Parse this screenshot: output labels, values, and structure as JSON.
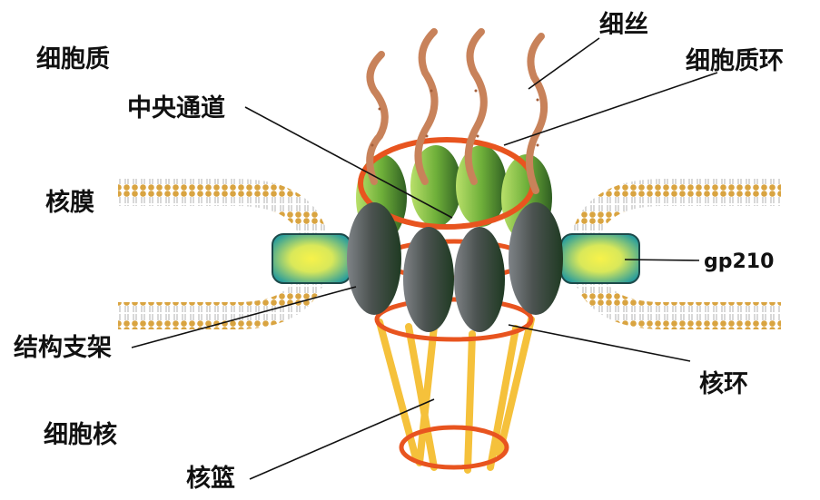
{
  "labels": {
    "cytoplasm": "细胞质",
    "filament": "细丝",
    "cytoplasmic_ring": "细胞质环",
    "central_channel": "中央通道",
    "nuclear_envelope": "核膜",
    "gp210": "gp210",
    "scaffold": "结构支架",
    "nuclear_ring": "核环",
    "nucleus": "细胞核",
    "nuclear_basket": "核篮"
  },
  "colors": {
    "ring": "#e8541f",
    "basket": "#f5c13b",
    "scaffold_dark": "#3d4a3d",
    "cyto_subunit": "#8ac43f",
    "filament": "#c8825a",
    "gp210_outer": "#2a9d9b",
    "gp210_inner": "#f2ef4a",
    "membrane_head": "#d9a441"
  }
}
